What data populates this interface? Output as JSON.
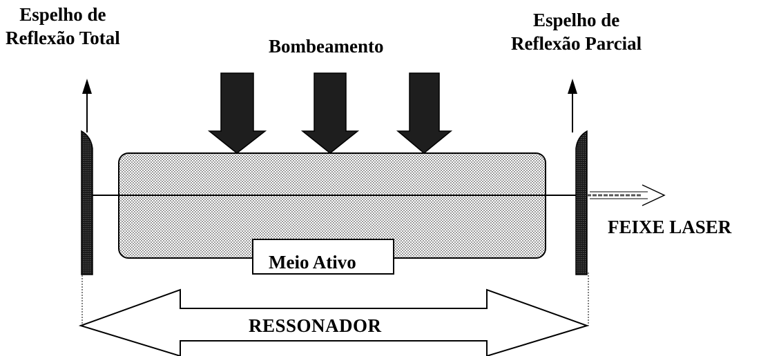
{
  "labels": {
    "total_mirror_line1": "Espelho de",
    "total_mirror_line2": "Reflexão Total",
    "partial_mirror_line1": "Espelho de",
    "partial_mirror_line2": "Reflexão Parcial",
    "pumping": "Bombeamento",
    "laser_beam": "FEIXE LASER",
    "active_medium": "Meio Ativo",
    "resonator": "RESSONADOR"
  },
  "colors": {
    "mirror": "#1a1a1a",
    "pump_arrow": "#1e1e1e",
    "medium_dots": "#555555",
    "line": "#000000"
  }
}
